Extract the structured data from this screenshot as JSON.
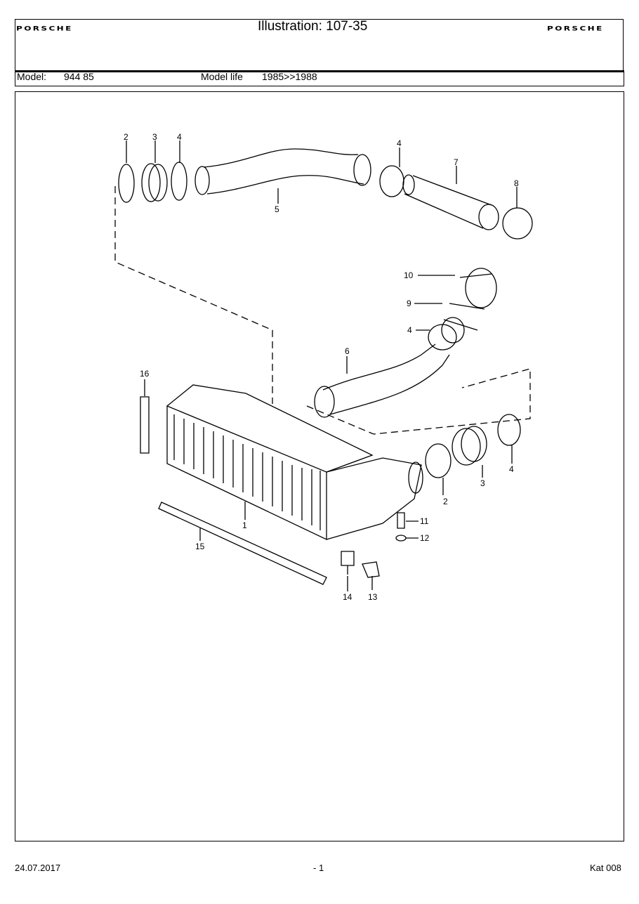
{
  "header": {
    "logo_left": "PORSCHE",
    "logo_right": "PORSCHE",
    "title": "Illustration: 107-35"
  },
  "model_row": {
    "model_label": "Model:",
    "model_value": "944 85",
    "life_label": "Model life",
    "life_value": "1985>>1988"
  },
  "figure": {
    "callouts": [
      "1",
      "2",
      "3",
      "4",
      "5",
      "2",
      "3",
      "4",
      "4",
      "6",
      "7",
      "8",
      "10",
      "9",
      "4",
      "11",
      "12",
      "13",
      "14",
      "15",
      "16"
    ]
  },
  "footer": {
    "date": "24.07.2017",
    "page": "- 1",
    "catalog": "Kat 008"
  }
}
